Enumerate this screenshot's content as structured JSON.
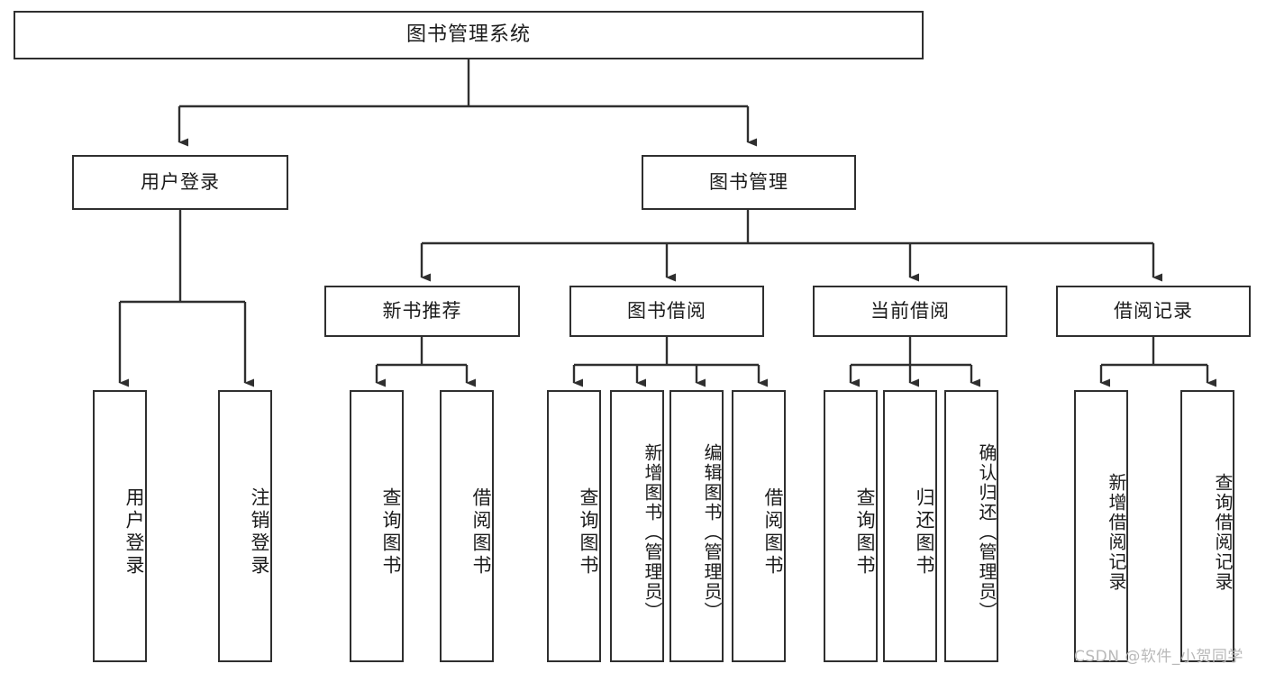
{
  "diagram": {
    "title": "图书管理系统",
    "watermark": "CSDN @软件_小贺同学",
    "colors": {
      "stroke": "#2f2f2f",
      "fill": "#ffffff",
      "text": "#1b1b1b",
      "watermark": "#b9b9b9"
    },
    "root": {
      "label": "图书管理系统"
    },
    "level2": [
      {
        "label": "用户登录"
      },
      {
        "label": "图书管理"
      }
    ],
    "level3": [
      {
        "label": "新书推荐"
      },
      {
        "label": "图书借阅"
      },
      {
        "label": "当前借阅"
      },
      {
        "label": "借阅记录"
      }
    ],
    "leaves": {
      "user_login": [
        {
          "label": "用户登录"
        },
        {
          "label": "注销登录"
        }
      ],
      "new_book_recommend": [
        {
          "label": "查询图书"
        },
        {
          "label": "借阅图书"
        }
      ],
      "book_borrow": [
        {
          "label": "查询图书"
        },
        {
          "label": "新增图书（管理员）"
        },
        {
          "label": "编辑图书（管理员）"
        },
        {
          "label": "借阅图书"
        }
      ],
      "current_borrow": [
        {
          "label": "查询图书"
        },
        {
          "label": "归还图书"
        },
        {
          "label": "确认归还（管理员）"
        }
      ],
      "borrow_record": [
        {
          "label": "新增借阅记录"
        },
        {
          "label": "查询借阅记录"
        }
      ]
    }
  }
}
